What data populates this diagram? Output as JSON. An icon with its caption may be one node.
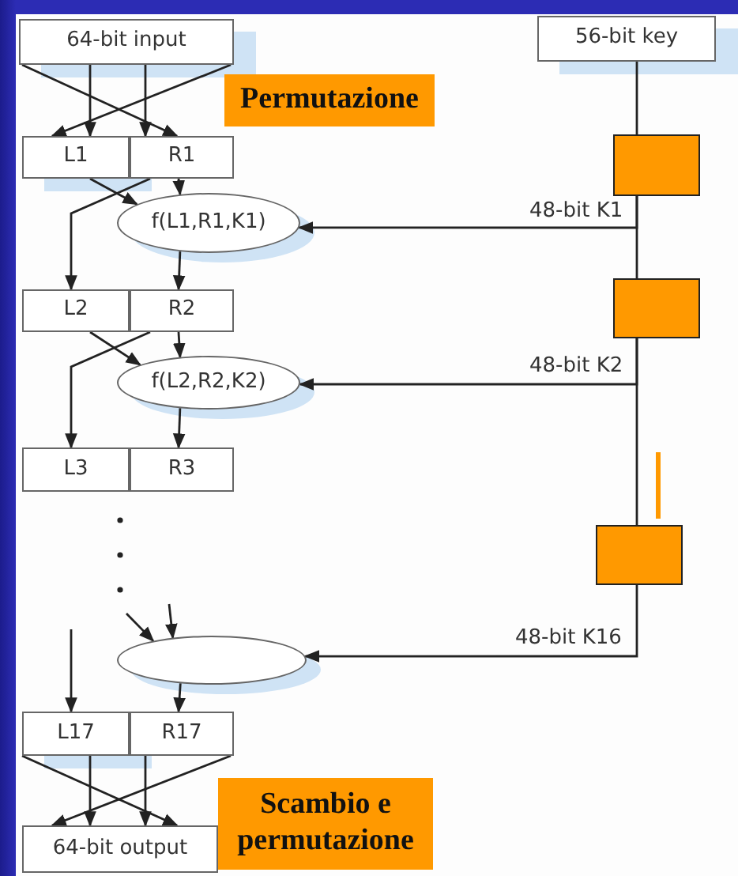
{
  "diagram": {
    "nodes": [
      {
        "text": [
          "64-bit input"
        ]
      },
      {
        "text": [
          "L1"
        ]
      },
      {
        "text": [
          "R1"
        ]
      },
      {
        "text": [
          "f(L1,R1,K1)"
        ]
      },
      {
        "text": [
          "L2"
        ]
      },
      {
        "text": [
          "R2"
        ]
      },
      {
        "text": [
          "f(L2,R2,K2)"
        ]
      },
      {
        "text": [
          "L3"
        ]
      },
      {
        "text": [
          "R3"
        ]
      },
      {
        "text": [],
        "shape": "ellipse"
      },
      {
        "text": [
          "L17"
        ]
      },
      {
        "text": [
          "R17"
        ]
      },
      {
        "text": [
          "64-bit output"
        ]
      },
      {
        "text": [
          "56-bit key"
        ]
      },
      {
        "text": [],
        "shape": "box"
      },
      {
        "text": [],
        "shape": "box"
      },
      {
        "text": [],
        "shape": "box"
      },
      {
        "text": [
          "Permutazione"
        ]
      },
      {
        "text": [
          "Scambio e permutazione"
        ]
      }
    ],
    "edges": [
      {
        "from": 0,
        "to": 1,
        "arrow": "to"
      },
      {
        "from": 0,
        "to": 2,
        "arrow": "to"
      },
      {
        "from": 0,
        "to": 2,
        "arrow": "to"
      },
      {
        "from": 0,
        "to": 1,
        "arrow": "to"
      },
      {
        "from": 1,
        "to": 3,
        "arrow": "to"
      },
      {
        "from": 2,
        "to": 3,
        "arrow": "to"
      },
      {
        "from": 2,
        "to": 4,
        "arrow": "to"
      },
      {
        "from": 3,
        "to": 5,
        "arrow": "to"
      },
      {
        "from": 13,
        "to": 14,
        "arrow": "none"
      },
      {
        "from": 14,
        "to": 15,
        "arrow": "none"
      },
      {
        "from": 15,
        "to": 16,
        "arrow": "none"
      },
      {
        "from": 14,
        "to": 3,
        "arrow": "to",
        "label": "48-bit K1"
      },
      {
        "from": 15,
        "to": 6,
        "arrow": "to",
        "label": "48-bit K2"
      },
      {
        "from": 16,
        "to": 9,
        "arrow": "to",
        "label": "48-bit K16"
      },
      {
        "from": 4,
        "to": 6,
        "arrow": "to"
      },
      {
        "from": 5,
        "to": 6,
        "arrow": "to"
      },
      {
        "from": 5,
        "to": 7,
        "arrow": "to"
      },
      {
        "from": 6,
        "to": 8,
        "arrow": "to"
      },
      {
        "from": null,
        "to": 9,
        "arrow": "to"
      },
      {
        "from": null,
        "to": 9,
        "arrow": "to"
      },
      {
        "from": null,
        "to": 10,
        "arrow": "to"
      },
      {
        "from": 9,
        "to": 11,
        "arrow": "to"
      },
      {
        "from": 10,
        "to": 12,
        "arrow": "to"
      },
      {
        "from": 11,
        "to": 12,
        "arrow": "to"
      },
      {
        "from": 10,
        "to": 12,
        "arrow": "to"
      },
      {
        "from": 11,
        "to": 12,
        "arrow": "to"
      }
    ]
  }
}
